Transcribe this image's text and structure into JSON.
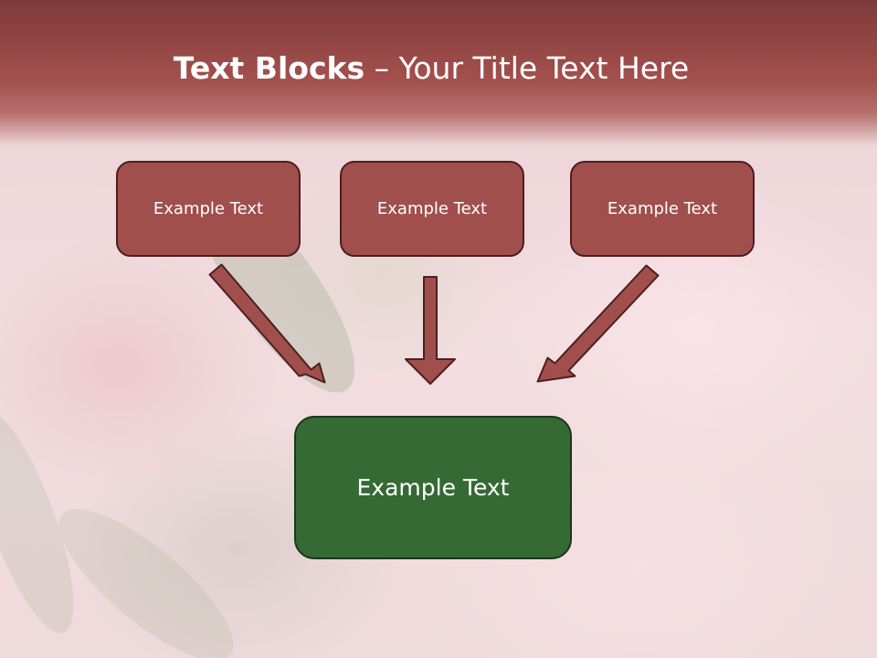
{
  "slide": {
    "title_bold": "Text Blocks",
    "title_separator": " – ",
    "title_rest": "Your Title Text Here",
    "boxes_top": [
      {
        "label": "Example Text"
      },
      {
        "label": "Example Text"
      },
      {
        "label": "Example Text"
      }
    ],
    "box_bottom": {
      "label": "Example Text"
    }
  },
  "colors": {
    "header": "#a4504d",
    "box_top_fill": "#a14f4c",
    "box_bottom_fill": "#356a34",
    "arrow_fill": "#a14f4c",
    "arrow_stroke": "#4b1f1f"
  }
}
